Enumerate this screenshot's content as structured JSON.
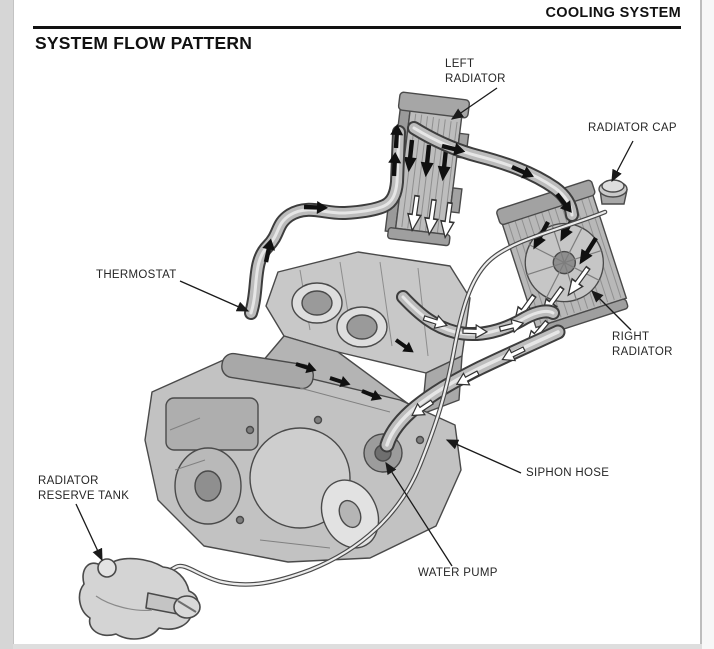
{
  "page": {
    "section_header": "COOLING SYSTEM",
    "title": "SYSTEM FLOW PATTERN"
  },
  "diagram": {
    "type": "technical-illustration",
    "subject": "motorcycle engine cooling system flow diagram",
    "labels": {
      "left_radiator": "LEFT\nRADIATOR",
      "radiator_cap": "RADIATOR CAP",
      "thermostat": "THERMOSTAT",
      "right_radiator": "RIGHT\nRADIATOR",
      "siphon_hose": "SIPHON HOSE",
      "radiator_reserve_tank": "RADIATOR\nRESERVE TANK",
      "water_pump": "WATER PUMP"
    },
    "colors": {
      "ink": "#1a1a1a",
      "paper": "#ffffff",
      "metal_light": "#dcdcdc",
      "metal_mid": "#bdbdbd",
      "metal_dark": "#8f8f8f",
      "hose_outline": "#3d3d3d"
    }
  }
}
